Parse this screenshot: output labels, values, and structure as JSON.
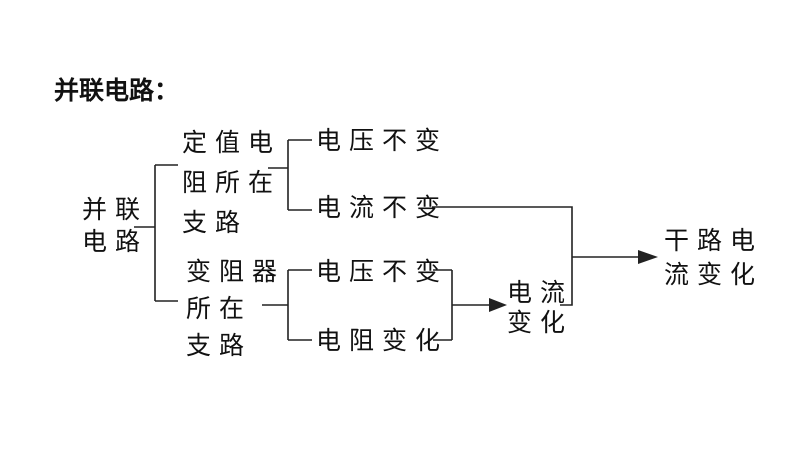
{
  "title": "并联电路：",
  "root": {
    "line1": "并联",
    "line2": "电路"
  },
  "branch_fixed": {
    "line1": "定值电",
    "line2": "阻所在",
    "line3": "支路",
    "voltage": "电压不变",
    "current": "电流不变"
  },
  "branch_variable": {
    "line1": "变阻器",
    "line2": "所在",
    "line3": "支路",
    "voltage": "电压不变",
    "resistance": "电阻变化"
  },
  "current_change": {
    "line1": "电流",
    "line2": "变化"
  },
  "result": {
    "line1": "干路电",
    "line2": "流变化"
  },
  "colors": {
    "line": "#222222",
    "text": "#111111"
  }
}
